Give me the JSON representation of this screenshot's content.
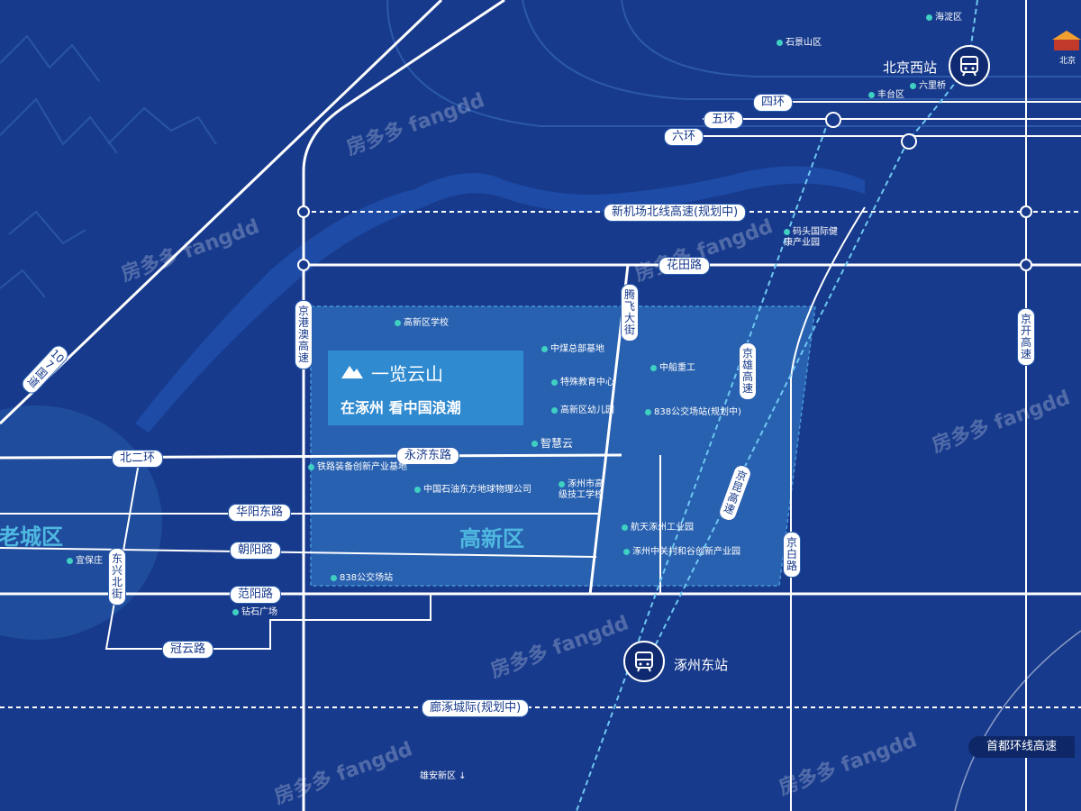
{
  "colors": {
    "background": "#173a8c",
    "road": "#ffffff",
    "zone_fill": "#2a66b5",
    "rail": "#6ec6f0",
    "poi_dot": "#3fd0c2",
    "district_text": "#4fb8e0"
  },
  "project": {
    "name": "一览云山",
    "slogan": "在涿州 看中国浪潮"
  },
  "districts": {
    "old_city": "老城区",
    "high_tech": "高新区"
  },
  "stations": {
    "beijing_west": "北京西站",
    "zhuozhou_east": "涿州东站"
  },
  "roads": {
    "ring4": "四环",
    "ring5": "五环",
    "ring6": "六环",
    "airport_north": "新机场北线高速(规划中)",
    "huatian": "花田路",
    "g107": "107国道",
    "jinggang": "京港澳高速",
    "tengfei": "腾飞大街",
    "jingkai": "京开高速",
    "jingxiong": "京雄高速",
    "jingbai": "京白路",
    "jingkun": "京昆高速",
    "beierhuan": "北二环",
    "yongji_east": "永济东路",
    "huayang_east": "华阳东路",
    "chaoyang": "朝阳路",
    "fanyang": "范阳路",
    "guanyun": "冠云路",
    "dongxing_north": "东兴北街",
    "intercity": "廊涿城际(规划中)",
    "capital_ring": "首都环线高速"
  },
  "pois": {
    "haidian": "海淀区",
    "shijingshan": "石景山区",
    "liulihe": "六里桥",
    "fengtai": "丰台区",
    "beijing_label": "北京",
    "gaoxin_school": "高新区学校",
    "zhongmei": "中煤总部基地",
    "tezhong": "特殊教育中心",
    "gaoxin_kinder": "高新区幼儿园",
    "zhihuiyun": "智慧云",
    "zhongchuan": "中船重工",
    "bus838_plan": "838公交场站(规划中)",
    "tielu": "铁路装备创新产业基地",
    "zhongshiyou": "中国石油东方地球物理公司",
    "zhuozhou_tech": "涿州市高级技工学校",
    "hangtian": "航天涿州工业园",
    "zhongguancun": "涿州中关村和谷创新产业园",
    "yibao": "宜保庄",
    "bus838": "838公交场站",
    "zuanshi": "钻石广场",
    "matou": "码头国际健康产业园",
    "xiongan": "雄安新区"
  },
  "watermark": "房多多 fangdd"
}
